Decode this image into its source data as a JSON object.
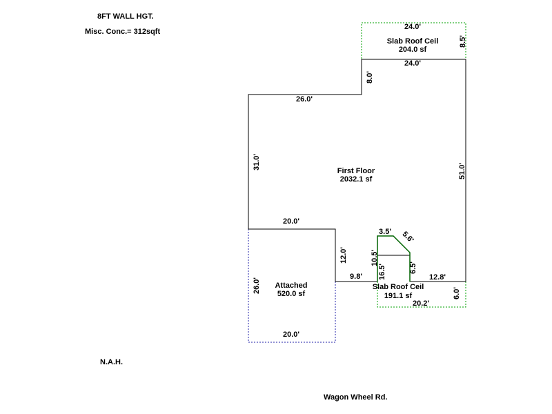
{
  "notes": {
    "wall_height": "8FT WALL HGT.",
    "misc_concrete": "Misc. Conc.= 312sqft",
    "nah": "N.A.H.",
    "street": "Wagon Wheel Rd."
  },
  "areas": {
    "first_floor": {
      "name": "First Floor",
      "area": "2032.1 sf"
    },
    "attached": {
      "name": "Attached",
      "area": "520.0 sf"
    },
    "slab_top": {
      "name": "Slab Roof Ceil",
      "area": "204.0 sf"
    },
    "slab_bottom": {
      "name": "Slab Roof Ceil",
      "area": "191.1 sf"
    }
  },
  "dims": {
    "slab_top_width": "24.0'",
    "slab_top_depth": "8.5'",
    "top_width": "24.0'",
    "step_8": "8.0'",
    "upper_left_width": "26.0'",
    "left_31": "31.0'",
    "right_51": "51.0'",
    "mid_20": "20.0'",
    "attached_left": "26.0'",
    "attached_bottom": "20.0'",
    "inner_12": "12.0'",
    "bottom_9_8": "9.8'",
    "bay_3_5": "3.5'",
    "bay_5_6": "5.6'",
    "bay_10_5": "10.5'",
    "bay_16_5": "16.5'",
    "bay_6_5": "6.5'",
    "bottom_12_8": "12.8'",
    "slab_bottom_width": "20.2'",
    "slab_bottom_depth": "6.0'"
  },
  "colors": {
    "wall": "#000000",
    "bay": "#006400",
    "slab_outline": "#00A000",
    "attached_outline": "#2222AA"
  }
}
